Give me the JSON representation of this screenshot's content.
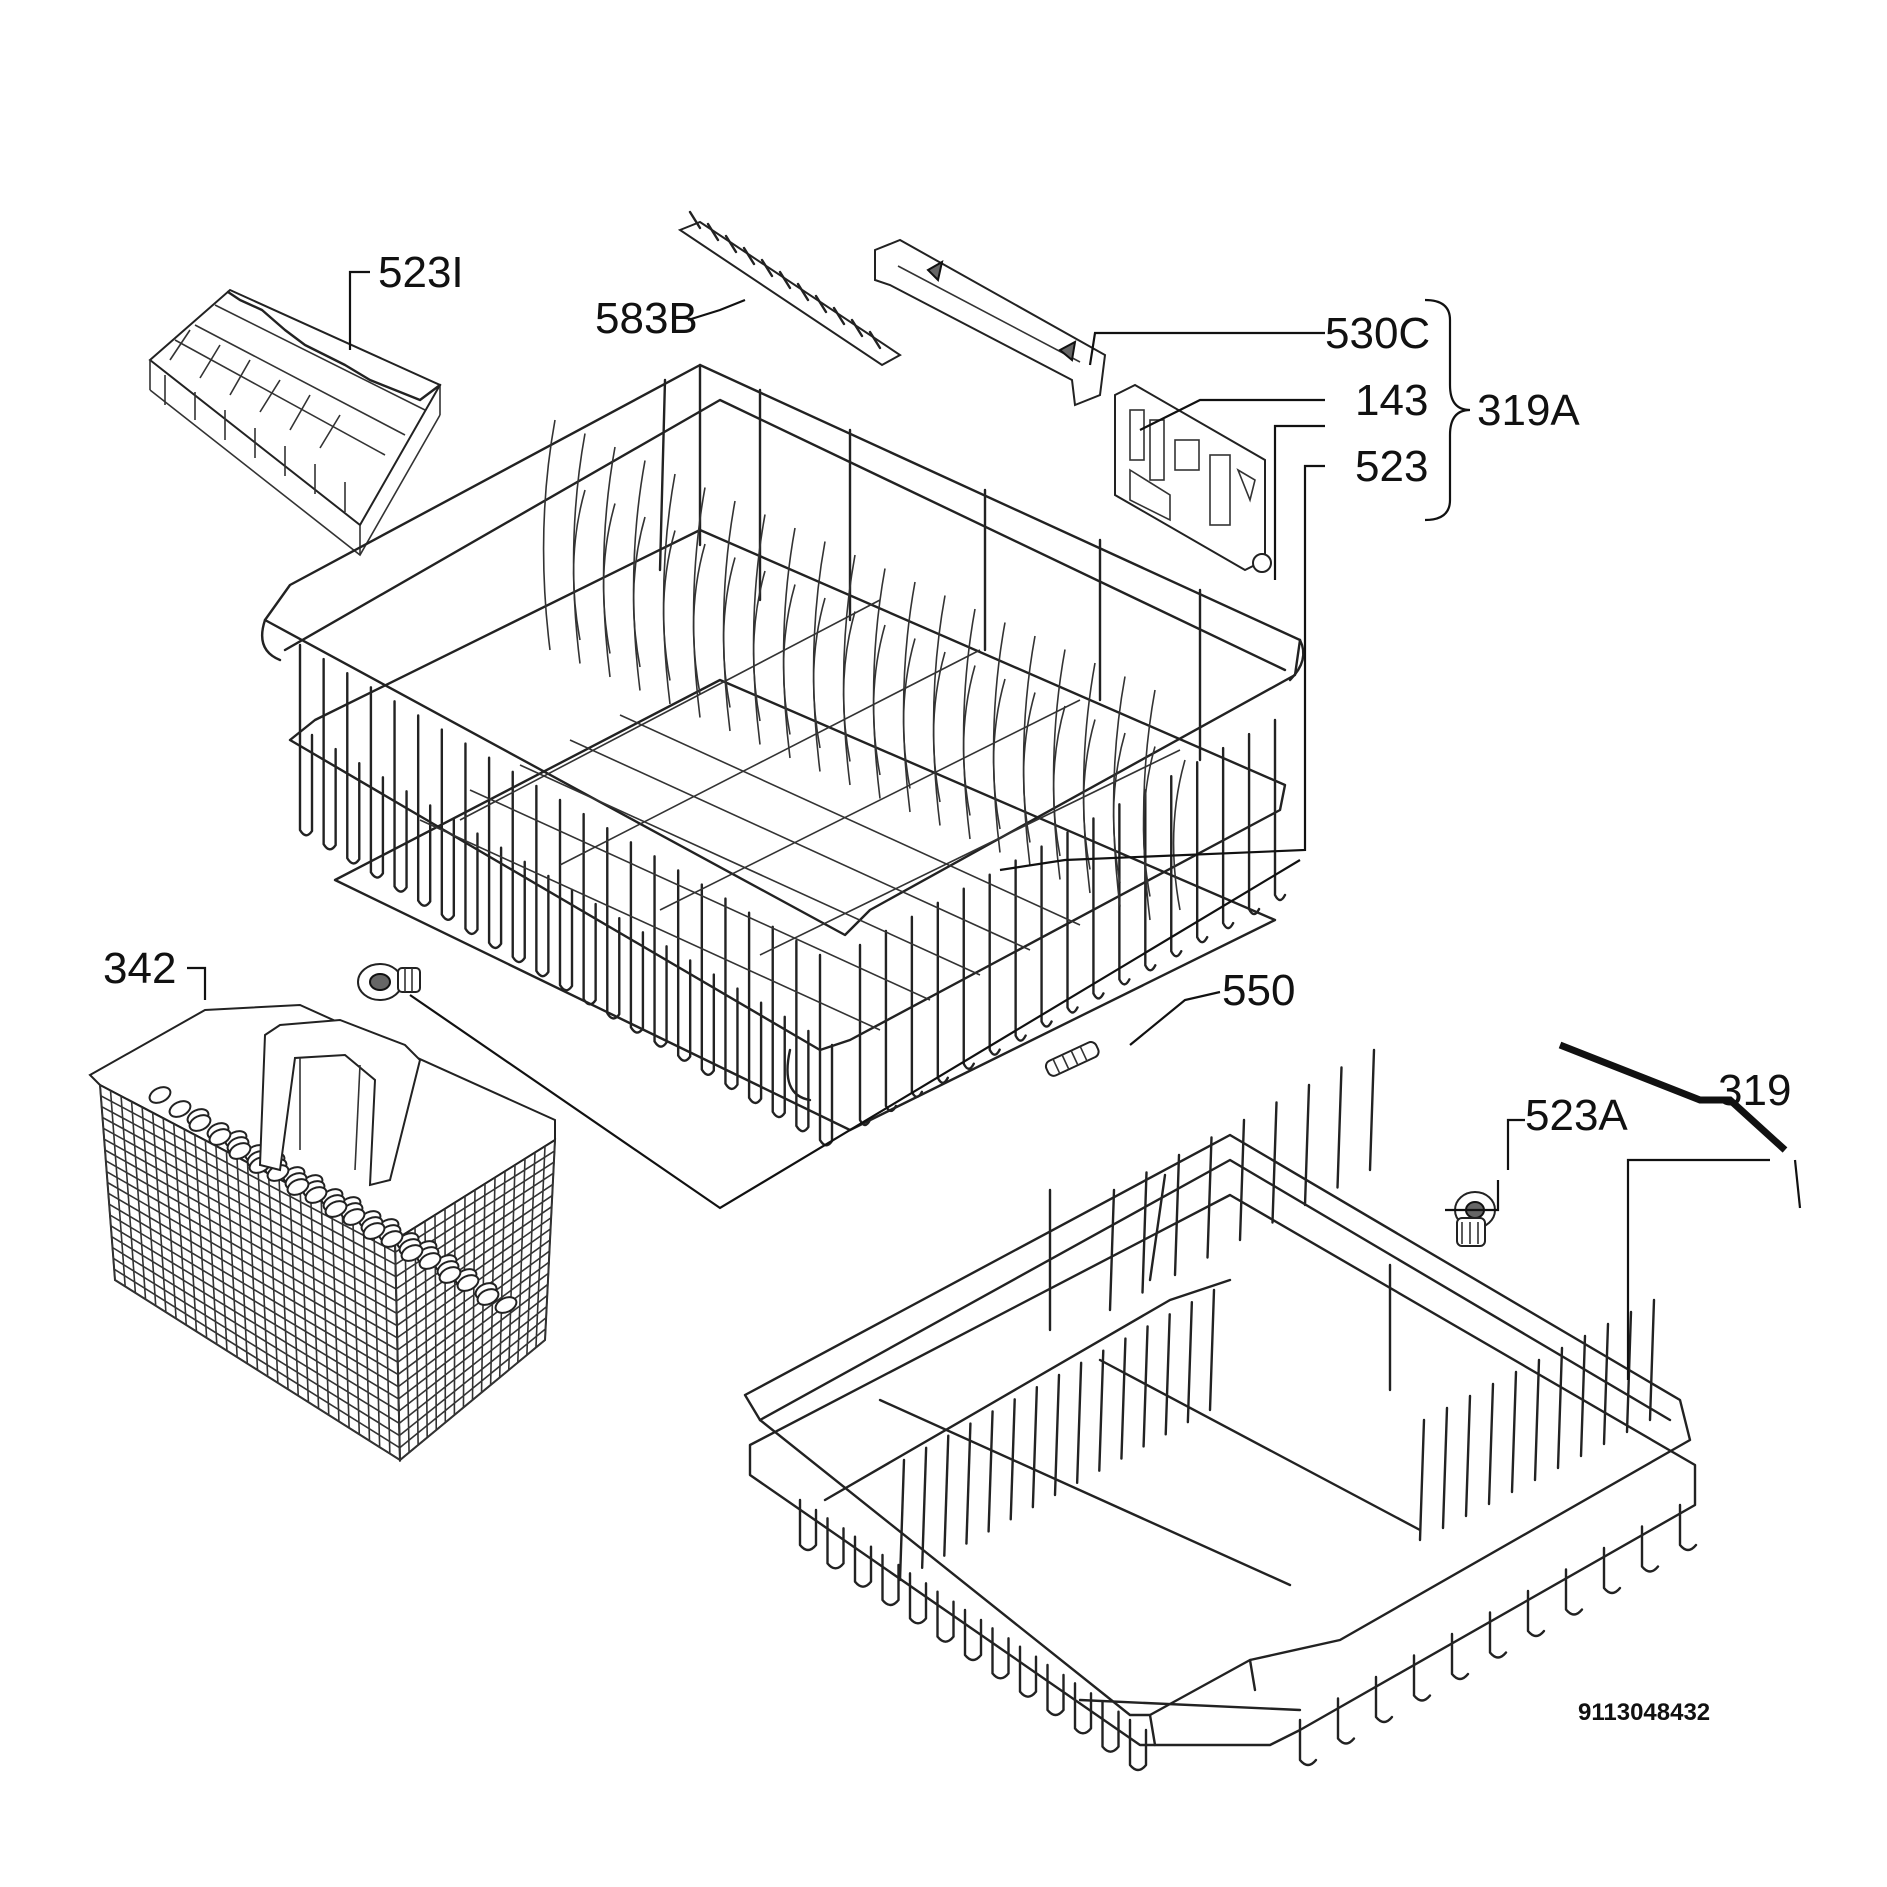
{
  "labels": {
    "p523I": "523I",
    "p583B": "583B",
    "p530C": "530C",
    "p143": "143",
    "p319A": "319A",
    "p523": "523",
    "p342": "342",
    "p550": "550",
    "p523A": "523A",
    "p319": "319"
  },
  "drawing_code": "9113048432"
}
